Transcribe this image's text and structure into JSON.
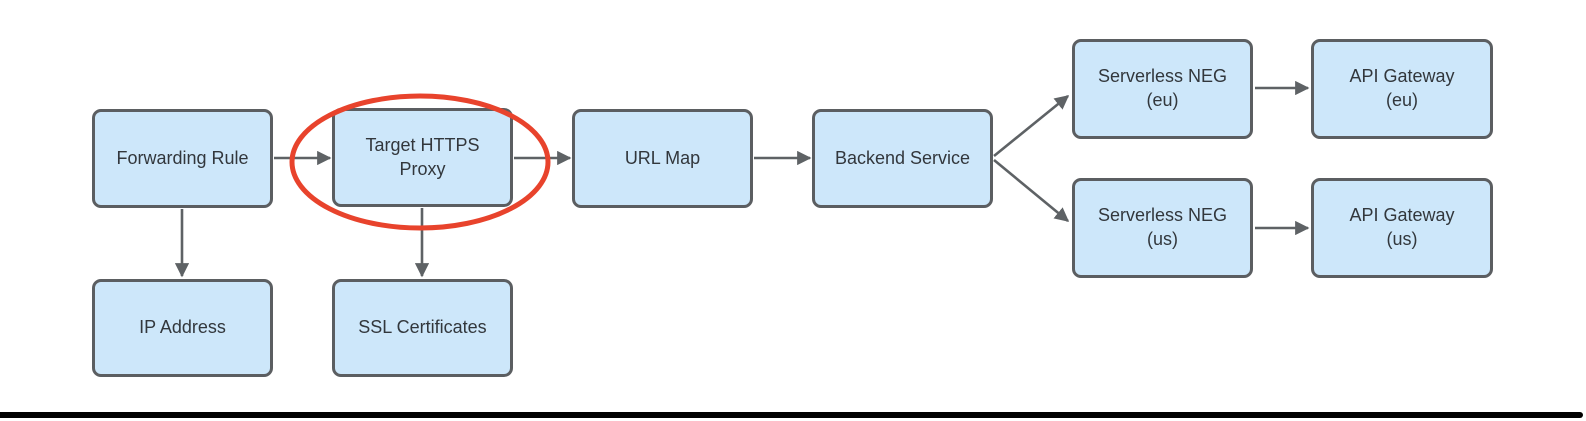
{
  "diagram": {
    "title": "HTTPS load balancing components flow diagram",
    "nodes": [
      {
        "id": "forwarding-rule",
        "label": "Forwarding Rule"
      },
      {
        "id": "target-https-proxy",
        "label": "Target HTTPS\nProxy"
      },
      {
        "id": "url-map",
        "label": "URL Map"
      },
      {
        "id": "backend-service",
        "label": "Backend Service"
      },
      {
        "id": "serverless-neg-eu",
        "label": "Serverless NEG\n(eu)"
      },
      {
        "id": "api-gateway-eu",
        "label": "API Gateway\n(eu)"
      },
      {
        "id": "serverless-neg-us",
        "label": "Serverless NEG\n(us)"
      },
      {
        "id": "api-gateway-us",
        "label": "API Gateway\n(us)"
      },
      {
        "id": "ip-address",
        "label": "IP Address"
      },
      {
        "id": "ssl-certificates",
        "label": "SSL Certificates"
      }
    ],
    "edges": [
      {
        "from": "forwarding-rule",
        "to": "target-https-proxy"
      },
      {
        "from": "target-https-proxy",
        "to": "url-map"
      },
      {
        "from": "url-map",
        "to": "backend-service"
      },
      {
        "from": "backend-service",
        "to": "serverless-neg-eu"
      },
      {
        "from": "backend-service",
        "to": "serverless-neg-us"
      },
      {
        "from": "serverless-neg-eu",
        "to": "api-gateway-eu"
      },
      {
        "from": "serverless-neg-us",
        "to": "api-gateway-us"
      },
      {
        "from": "forwarding-rule",
        "to": "ip-address"
      },
      {
        "from": "target-https-proxy",
        "to": "ssl-certificates"
      }
    ],
    "annotations": [
      {
        "type": "ellipse-highlight",
        "target": "target-https-proxy",
        "color": "#e8432c"
      }
    ],
    "colors": {
      "node_fill": "#cde7fa",
      "node_border": "#5b5e61",
      "text": "#32373c",
      "arrow": "#5e6265",
      "highlight": "#e8432c",
      "bottom_bar": "#000000"
    }
  }
}
